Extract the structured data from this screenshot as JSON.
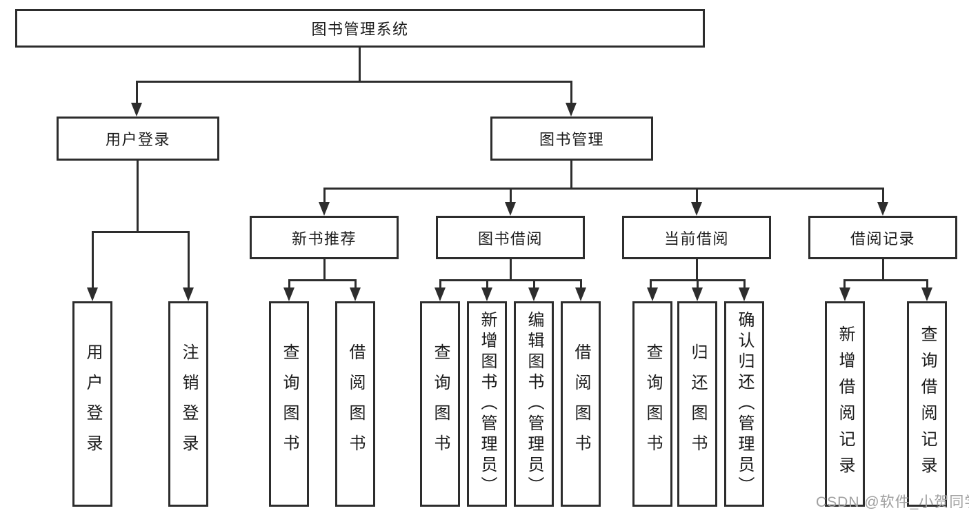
{
  "nodes": {
    "root": {
      "label": "图书管理系统"
    },
    "user_login": {
      "label": "用户登录"
    },
    "book_mgmt": {
      "label": "图书管理"
    },
    "new_book_rec": {
      "label": "新书推荐"
    },
    "book_borrow": {
      "label": "图书借阅"
    },
    "current_borrow": {
      "label": "当前借阅"
    },
    "borrow_record": {
      "label": "借阅记录"
    },
    "leaf_user_login": {
      "label": "用户登录"
    },
    "leaf_logout": {
      "label": "注销登录"
    },
    "leaf_nbr_query": {
      "label": "查询图书"
    },
    "leaf_nbr_borrow": {
      "label": "借阅图书"
    },
    "leaf_bb_query": {
      "label": "查询图书"
    },
    "leaf_bb_add": {
      "label": "新增图书（管理员）"
    },
    "leaf_bb_edit": {
      "label": "编辑图书（管理员）"
    },
    "leaf_bb_borrow": {
      "label": "借阅图书"
    },
    "leaf_cb_query": {
      "label": "查询图书"
    },
    "leaf_cb_return": {
      "label": "归还图书"
    },
    "leaf_cb_confirm": {
      "label": "确认归还（管理员）"
    },
    "leaf_br_add": {
      "label": "新增借阅记录"
    },
    "leaf_br_query": {
      "label": "查询借阅记录"
    }
  },
  "watermark": {
    "text": "CSDN @软件_小贺同学"
  },
  "colors": {
    "line": "#2d2d2d",
    "text": "#1b1b1b",
    "background": "#ffffff",
    "watermark": "#a0a0a0"
  }
}
